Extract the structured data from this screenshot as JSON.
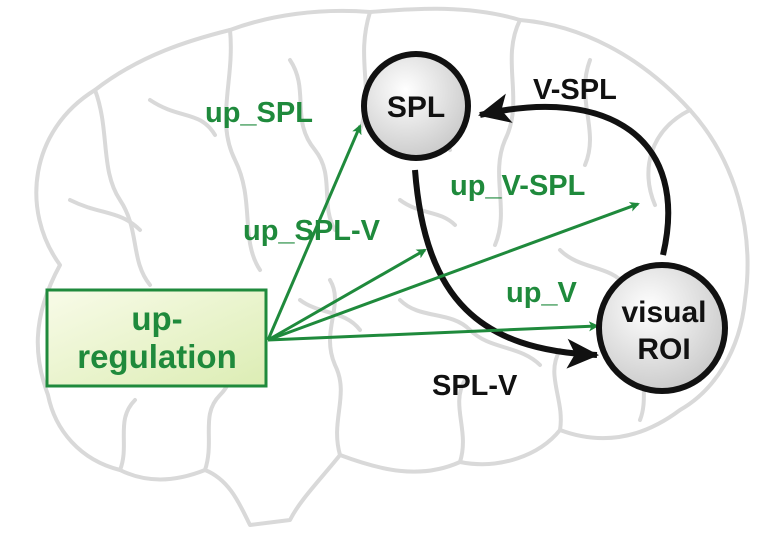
{
  "nodes": {
    "spl": {
      "label": "SPL"
    },
    "visual": {
      "line1": "visual",
      "line2": "ROI"
    },
    "upregulation": {
      "line1": "up-",
      "line2": "regulation"
    }
  },
  "edges": {
    "up_spl": "up_SPL",
    "up_spl_v": "up_SPL-V",
    "up_v_spl": "up_V-SPL",
    "up_v": "up_V",
    "v_spl": "V-SPL",
    "spl_v": "SPL-V"
  },
  "colors": {
    "modulation_arrows": "#1f8a3c",
    "connection_arrows": "#111111",
    "brain_outline": "#d9d9d9",
    "upregulation_box_fill": "#eef6d6",
    "node_fill": "#e6e6e6"
  },
  "icons": [
    "brain-outline"
  ]
}
